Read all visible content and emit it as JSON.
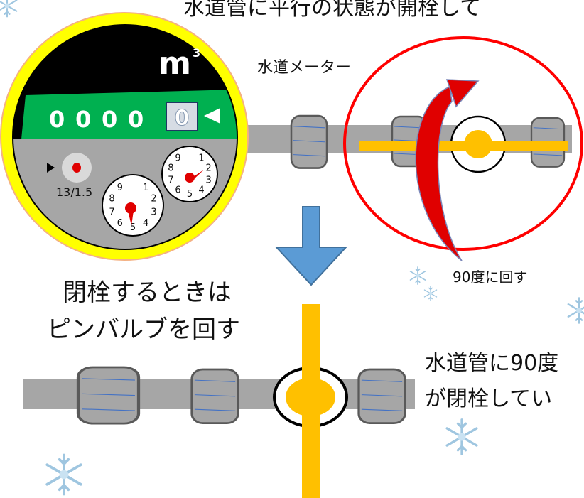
{
  "captions": {
    "top_partial": "水道管に平行の状態が開栓して",
    "meter_label": "水道メーター",
    "close_line1": "閉栓するときは",
    "close_line2": "ピンバルブを回す",
    "rotate_label": "90度に回す",
    "pipe_line1": "水道管に90度",
    "pipe_line2": "が閉栓してい"
  },
  "meter": {
    "unit": "m",
    "unit_superscript": "3",
    "counter_digits": [
      "0",
      "0",
      "0",
      "0"
    ],
    "counter_last": "0",
    "model": "13/1.5",
    "dial_numbers": [
      "1",
      "2",
      "3",
      "4",
      "5",
      "6",
      "7",
      "8",
      "9"
    ]
  },
  "colors": {
    "pipe": "#a6a6a6",
    "valve_handle": "#ffc000",
    "meter_rim": "#ffff00",
    "meter_counter_band": "#00b050",
    "arrow_red": "#e00000",
    "arrow_blue": "#5b9bd5",
    "highlight_circle": "#ff0000"
  },
  "icons": [
    "snowflake-icon",
    "down-arrow-icon",
    "rotate-arrow-icon"
  ]
}
